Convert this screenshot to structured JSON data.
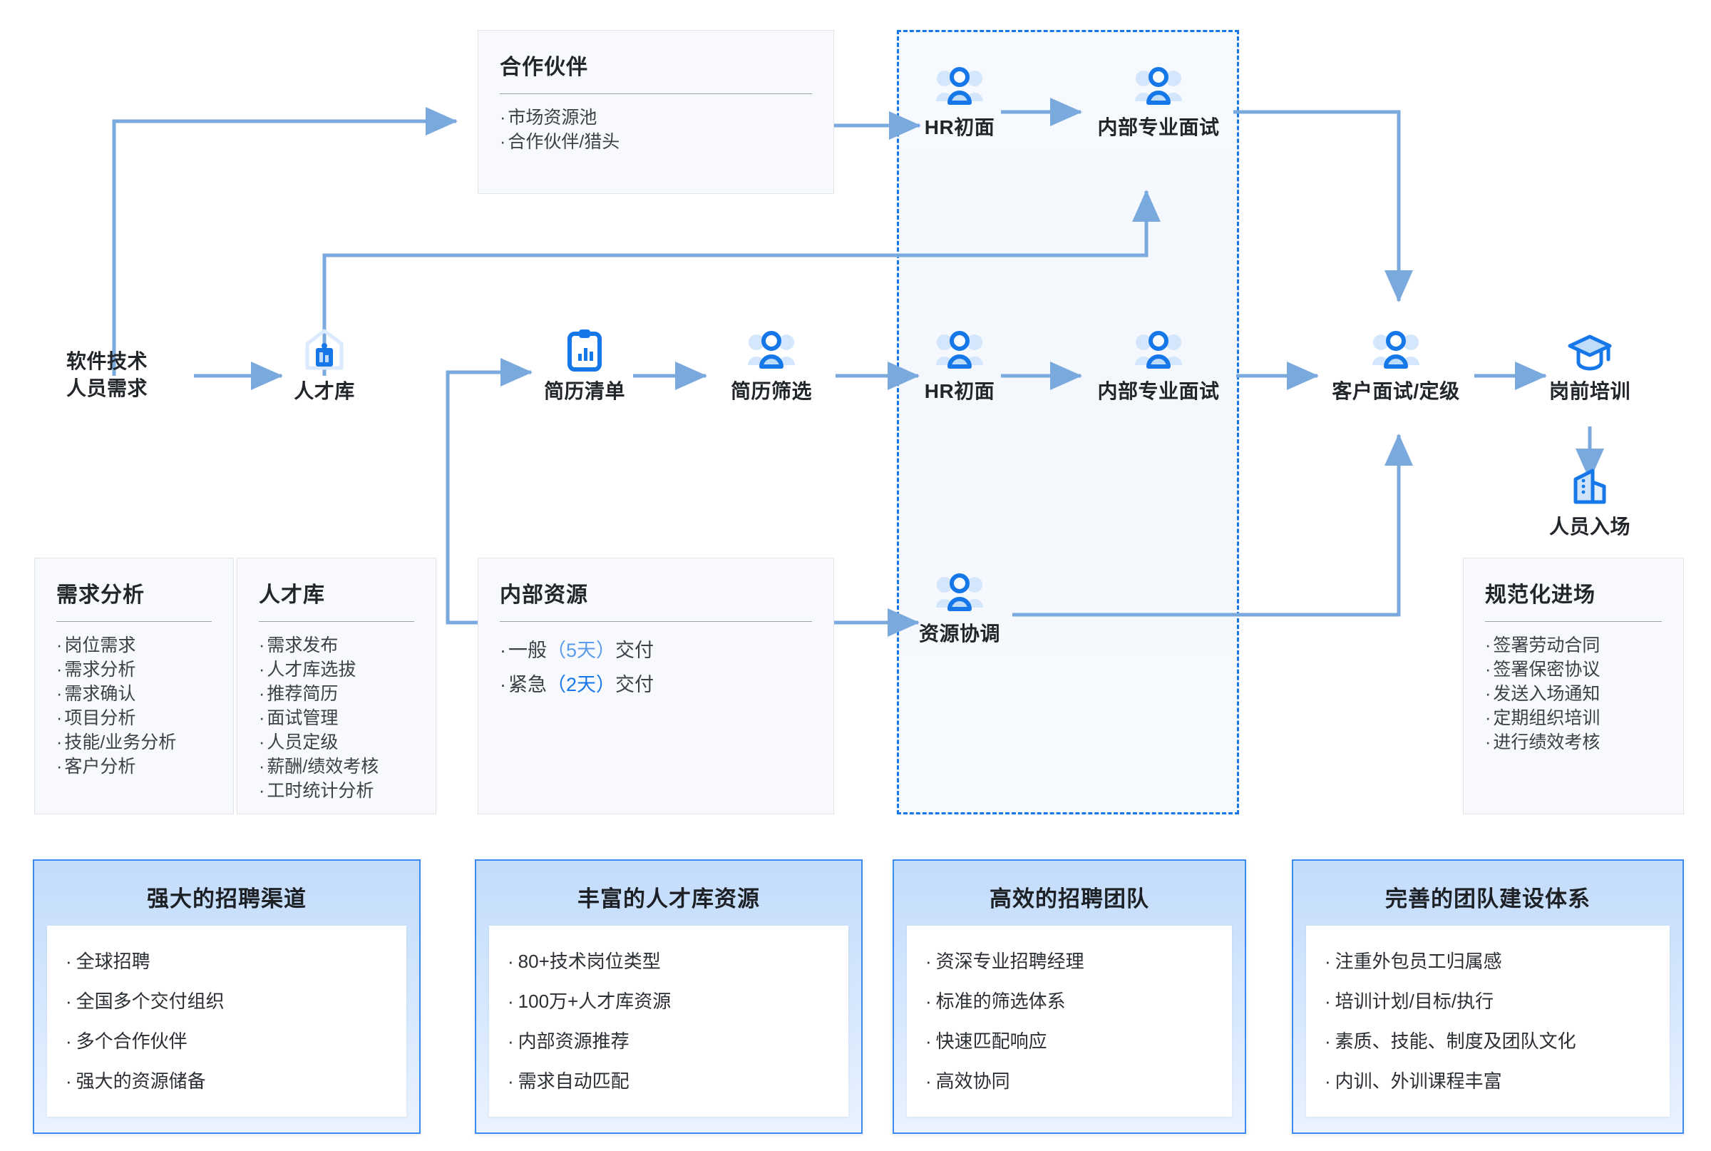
{
  "colors": {
    "accent": "#1677e8",
    "wire": "#7aa9de",
    "dashed_border": "#1677e8",
    "card_border": "#3d8bf0",
    "card_fill_top": "#c2dcfb",
    "panel_fill": "#f7f9fc",
    "highlight_light": "#5b9bea",
    "highlight_strong": "#1677e8"
  },
  "flow": {
    "nodes": {
      "demand": {
        "label_line1": "软件技术",
        "label_line2": "人员需求",
        "icon": "text-only"
      },
      "talent_pool": {
        "label": "人才库",
        "icon": "database-building-icon"
      },
      "resume_list": {
        "label": "简历清单",
        "icon": "clipboard-chart-icon"
      },
      "resume_screen": {
        "label": "简历筛选",
        "icon": "people-group-icon"
      },
      "hr_interview_top": {
        "label": "HR初面",
        "icon": "people-group-icon"
      },
      "pro_interview_top": {
        "label": "内部专业面试",
        "icon": "people-group-icon"
      },
      "hr_interview_mid": {
        "label": "HR初面",
        "icon": "people-group-icon"
      },
      "pro_interview_mid": {
        "label": "内部专业面试",
        "icon": "people-group-icon"
      },
      "resource_coord": {
        "label": "资源协调",
        "icon": "people-group-icon"
      },
      "client_interview": {
        "label": "客户面试/定级",
        "icon": "people-group-icon"
      },
      "pre_job_training": {
        "label": "岗前培训",
        "icon": "graduation-cap-icon"
      },
      "onboarding": {
        "label": "人员入场",
        "icon": "office-building-icon"
      }
    }
  },
  "panels": {
    "partner": {
      "title": "合作伙伴",
      "items": [
        "市场资源池",
        "合作伙伴/猎头"
      ]
    },
    "demand_analysis": {
      "title": "需求分析",
      "items": [
        "岗位需求",
        "需求分析",
        "需求确认",
        "项目分析",
        "技能/业务分析",
        "客户分析"
      ]
    },
    "talent_pool": {
      "title": "人才库",
      "items": [
        "需求发布",
        "人才库选拔",
        "推荐简历",
        "面试管理",
        "人员定级",
        "薪酬/绩效考核",
        "工时统计分析"
      ]
    },
    "internal_resource": {
      "title": "内部资源",
      "items": [
        {
          "prefix": "一般",
          "highlight": "（5天）",
          "suffix": "交付",
          "highlight_style": "light"
        },
        {
          "prefix": "紧急",
          "highlight": "（2天）",
          "suffix": "交付",
          "highlight_style": "strong"
        }
      ]
    },
    "standard_onboarding": {
      "title": "规范化进场",
      "items": [
        "签署劳动合同",
        "签署保密协议",
        "发送入场通知",
        "定期组织培训",
        "进行绩效考核"
      ]
    }
  },
  "highlight_cards": [
    {
      "title": "强大的招聘渠道",
      "items": [
        "全球招聘",
        "全国多个交付组织",
        "多个合作伙伴",
        "强大的资源储备"
      ]
    },
    {
      "title": "丰富的人才库资源",
      "items": [
        "80+技术岗位类型",
        "100万+人才库资源",
        "内部资源推荐",
        "需求自动匹配"
      ]
    },
    {
      "title": "高效的招聘团队",
      "items": [
        "资深专业招聘经理",
        "标准的筛选体系",
        "快速匹配响应",
        "高效协同"
      ]
    },
    {
      "title": "完善的团队建设体系",
      "items": [
        "注重外包员工归属感",
        "培训计划/目标/执行",
        "素质、技能、制度及团队文化",
        "内训、外训课程丰富"
      ]
    }
  ]
}
